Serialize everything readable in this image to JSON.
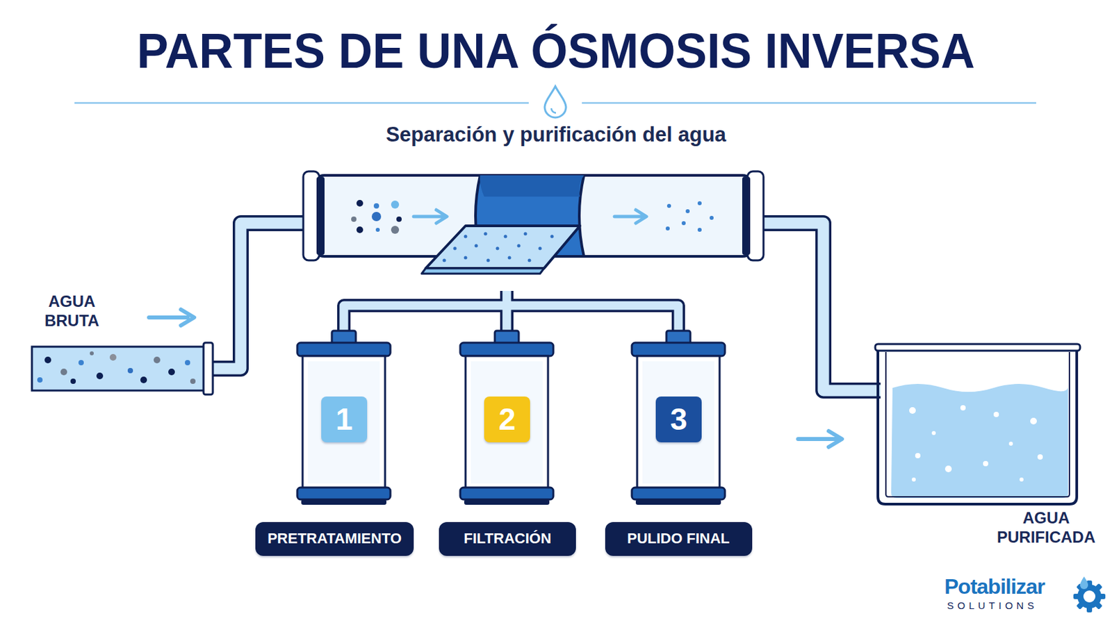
{
  "diagram": {
    "title": "PARTES DE UNA ÓSMOSIS INVERSA",
    "nodes": [
      {
        "text": [
          "1"
        ]
      },
      {
        "text": [
          "2"
        ]
      },
      {
        "text": [
          "3"
        ]
      },
      {
        "text": [
          "PRETRATAMIENTO"
        ]
      },
      {
        "text": [
          "FILTRACIÓN"
        ]
      },
      {
        "text": [
          "PULIDO FINAL"
        ]
      }
    ],
    "labels": [
      "Separación y purificación del agua",
      "AGUA BRUTA",
      "AGUA PURIFICADA",
      "Potabilizar",
      "SOLUTIONS"
    ]
  }
}
